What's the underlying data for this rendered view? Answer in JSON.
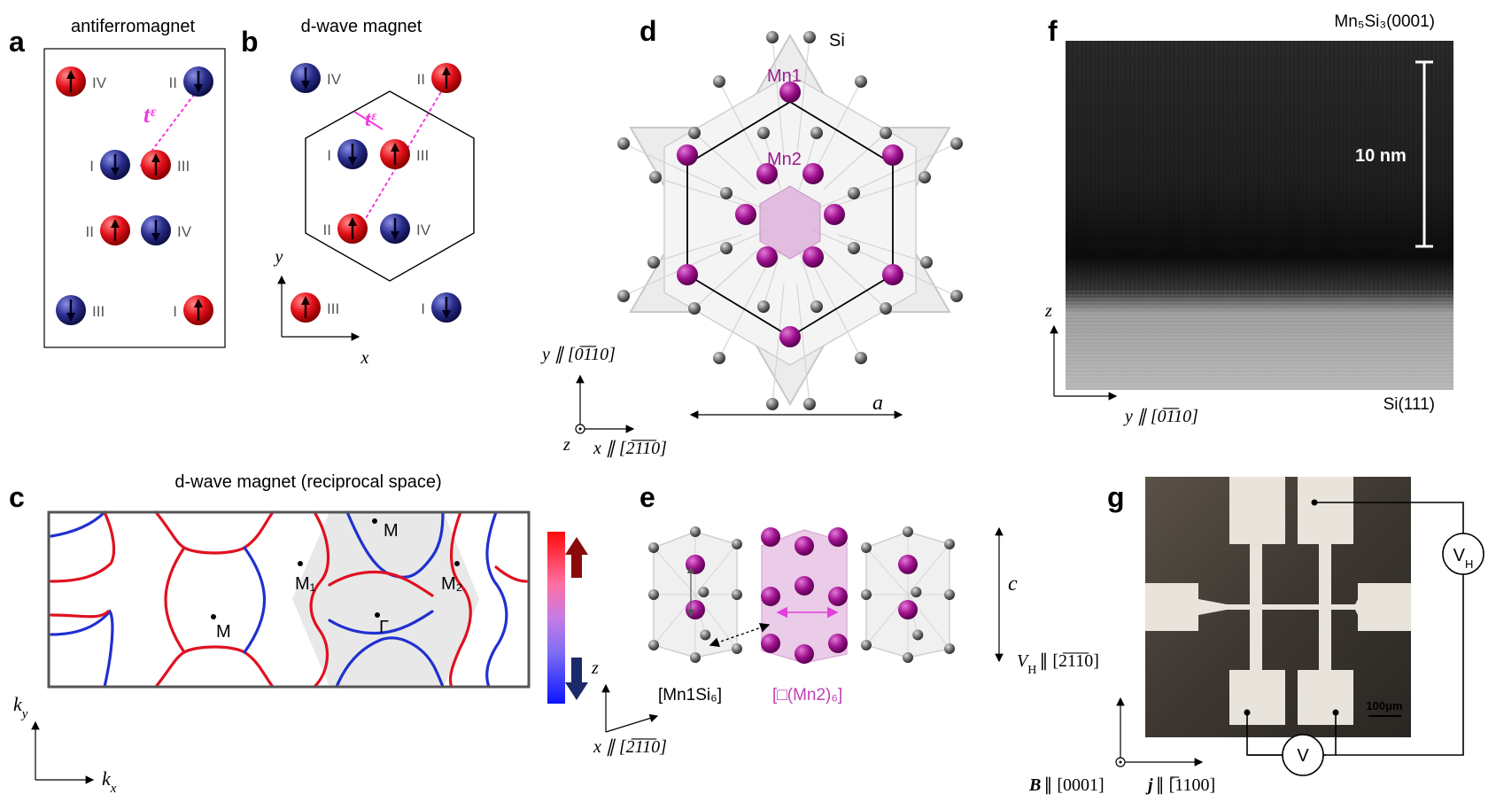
{
  "panels": {
    "a": {
      "letter": "a",
      "title": "antiferromagnet",
      "symmetry": "tᵋ",
      "sublattice": [
        "IV",
        "II",
        "I",
        "III",
        "II",
        "IV",
        "III",
        "I"
      ]
    },
    "b": {
      "letter": "b",
      "title": "d-wave magnet",
      "symmetry": "tᵋ",
      "sublattice": [
        "IV",
        "II",
        "I",
        "III",
        "II",
        "IV",
        "III",
        "I"
      ],
      "axis_x": "x",
      "axis_y": "y"
    },
    "c": {
      "letter": "c",
      "title": "d-wave magnet (reciprocal space)",
      "points": [
        "M",
        "M₁",
        "M₂",
        "M",
        "Γ"
      ],
      "axis_x": "k",
      "axis_x_sub": "x",
      "axis_y": "k",
      "axis_y_sub": "y"
    },
    "d": {
      "letter": "d",
      "si": "Si",
      "mn1": "Mn1",
      "mn2": "Mn2",
      "lattice": "a",
      "axis_y": "y ∥ [0̅1̅10]",
      "axis_x": "x ∥ [2̅1̅1̅0]",
      "axis_z": "z"
    },
    "e": {
      "letter": "e",
      "lattice": "c",
      "block1": "[Mn1Si₆]",
      "block2": "[□(Mn2)₆]",
      "axis_z": "z",
      "axis_x": "x ∥ [2̅1̅1̅0]"
    },
    "f": {
      "letter": "f",
      "top": "Mn₅Si₃(0001)",
      "bottom": "Si(111)",
      "scale": "10 nm",
      "axis_z": "z",
      "axis_y": "y ∥ [0̅1̅10]"
    },
    "g": {
      "letter": "g",
      "vh_meter": "V",
      "vh_sub": "H",
      "v_meter": "V",
      "scale": "100μm",
      "vh_axis": "V",
      "vh_axis_sub": "H",
      "vh_axis_dir": "∥ [2̅1̅1̅0]",
      "b_axis": "B",
      "b_axis_dir": "∥ [0001]",
      "j_axis": "j",
      "j_axis_dir": "∥ [̅1100]"
    }
  },
  "colors": {
    "spin_up": "#e3101a",
    "spin_down": "#2b2f8e",
    "mn": "#9c1a8e",
    "si": "#6e6e6e",
    "symmetry": "#f03ce0"
  }
}
